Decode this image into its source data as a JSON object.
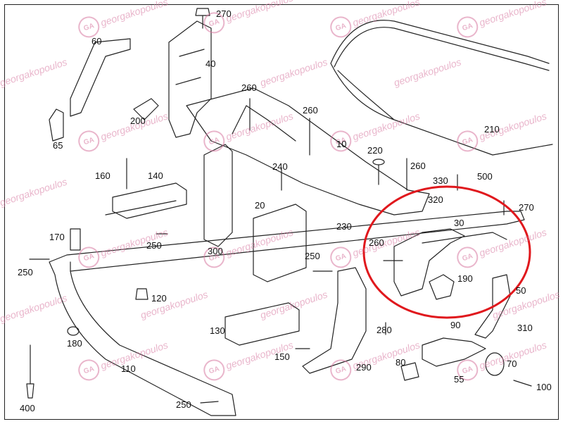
{
  "colors": {
    "line": "#222222",
    "highlight": "#e0181d",
    "watermark": "#d778a0"
  },
  "watermark": {
    "text": "georgakopoulos",
    "logo_text": "GA"
  },
  "parts": [
    {
      "id": "270a",
      "label": "270"
    },
    {
      "id": "60",
      "label": "60"
    },
    {
      "id": "40",
      "label": "40"
    },
    {
      "id": "260a",
      "label": "260"
    },
    {
      "id": "260b",
      "label": "260"
    },
    {
      "id": "200",
      "label": "200"
    },
    {
      "id": "65",
      "label": "65"
    },
    {
      "id": "10",
      "label": "10"
    },
    {
      "id": "210",
      "label": "210"
    },
    {
      "id": "160",
      "label": "160"
    },
    {
      "id": "140",
      "label": "140"
    },
    {
      "id": "240",
      "label": "240"
    },
    {
      "id": "220",
      "label": "220"
    },
    {
      "id": "260c",
      "label": "260"
    },
    {
      "id": "330",
      "label": "330"
    },
    {
      "id": "500",
      "label": "500"
    },
    {
      "id": "320",
      "label": "320"
    },
    {
      "id": "270b",
      "label": "270"
    },
    {
      "id": "20",
      "label": "20"
    },
    {
      "id": "230",
      "label": "230"
    },
    {
      "id": "30",
      "label": "30"
    },
    {
      "id": "170",
      "label": "170"
    },
    {
      "id": "250a",
      "label": "250"
    },
    {
      "id": "300",
      "label": "300"
    },
    {
      "id": "260d",
      "label": "260"
    },
    {
      "id": "250b",
      "label": "250"
    },
    {
      "id": "190",
      "label": "190"
    },
    {
      "id": "250c",
      "label": "250"
    },
    {
      "id": "120",
      "label": "120"
    },
    {
      "id": "50",
      "label": "50"
    },
    {
      "id": "130",
      "label": "130"
    },
    {
      "id": "180",
      "label": "180"
    },
    {
      "id": "280",
      "label": "280"
    },
    {
      "id": "90",
      "label": "90"
    },
    {
      "id": "310",
      "label": "310"
    },
    {
      "id": "150",
      "label": "150"
    },
    {
      "id": "70",
      "label": "70"
    },
    {
      "id": "110",
      "label": "110"
    },
    {
      "id": "290",
      "label": "290"
    },
    {
      "id": "80",
      "label": "80"
    },
    {
      "id": "55",
      "label": "55"
    },
    {
      "id": "100",
      "label": "100"
    },
    {
      "id": "400",
      "label": "400"
    },
    {
      "id": "250d",
      "label": "250"
    }
  ]
}
